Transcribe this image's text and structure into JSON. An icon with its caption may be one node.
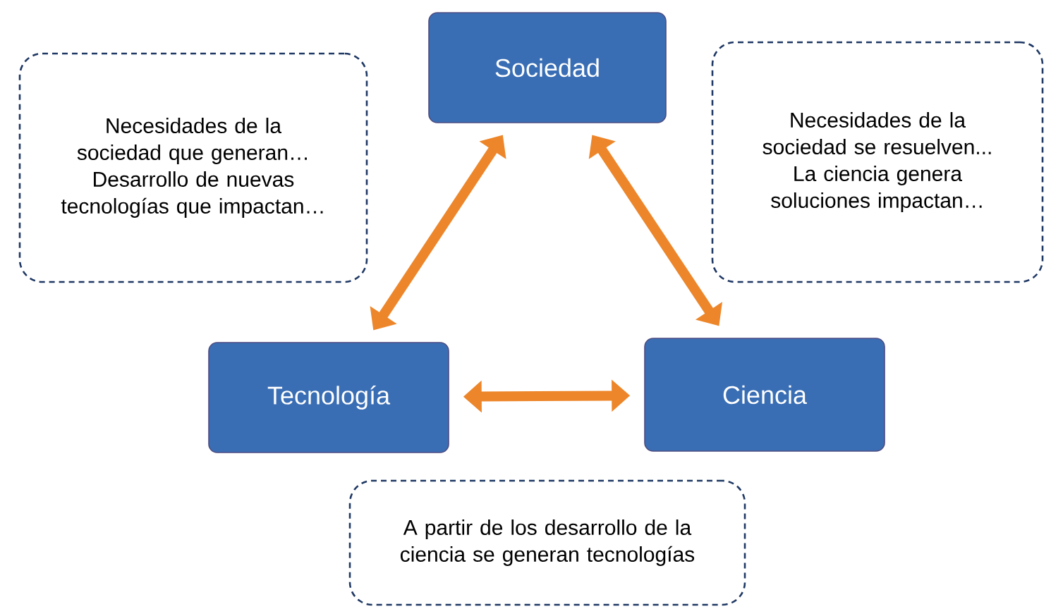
{
  "diagram": {
    "nodes": [
      {
        "text": [
          "Sociedad"
        ]
      },
      {
        "text": [
          "Tecnología"
        ]
      },
      {
        "text": [
          "Ciencia"
        ]
      },
      {
        "text": [
          "Necesidades de la sociedad que generan…",
          "Desarrollo de nuevas tecnologías que impactan…"
        ]
      },
      {
        "text": [
          "Necesidades de la sociedad se resuelven...",
          "La ciencia genera soluciones impactan…"
        ]
      },
      {
        "text": [
          "A partir de los desarrollo de la ciencia se generan tecnologías"
        ]
      }
    ],
    "edges": [
      {
        "from": 0,
        "to": 1,
        "arrow": "both"
      },
      {
        "from": 0,
        "to": 2,
        "arrow": "both"
      },
      {
        "from": 1,
        "to": 2,
        "arrow": "both"
      }
    ]
  }
}
